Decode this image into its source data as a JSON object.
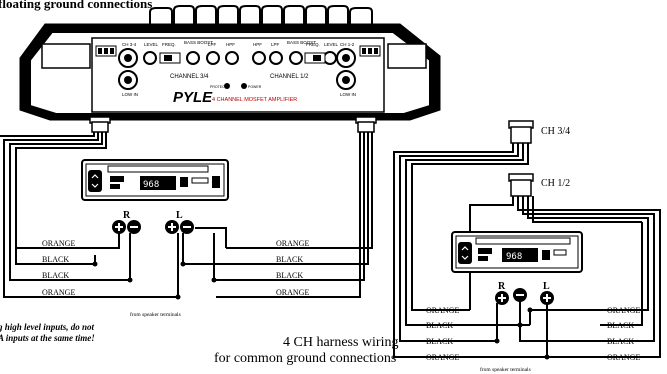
{
  "top_caption": "floating ground connections",
  "amplifier": {
    "brand": "PYLE",
    "model_line": "4 CHANNEL MOSFET AMPLIFIER",
    "channel_right": "CHANNEL 1/2",
    "channel_left": "CHANNEL 3/4",
    "indicator_labels": [
      "PROTECT",
      "POWER"
    ],
    "control_labels_left": [
      "CH 3-4",
      "LEVEL",
      "FREQ.",
      "BASS BOOST",
      "LPF",
      "HPF"
    ],
    "control_labels_right": [
      "HPF",
      "LPF",
      "BASS BOOST",
      "FREQ.",
      "LEVEL",
      "CH 1-2"
    ],
    "low_in_label": "LOW IN"
  },
  "head_units": {
    "display_text": "968"
  },
  "left_diagram": {
    "terminal_R": "R",
    "terminal_L": "L",
    "wires_left": [
      "ORANGE",
      "BLACK",
      "BLACK",
      "ORANGE"
    ],
    "wires_right": [
      "ORANGE",
      "BLACK",
      "BLACK",
      "ORANGE"
    ],
    "from_speaker": "from speaker terminals",
    "warning_line1": "g high level inputs, do not",
    "warning_line2": "A inputs at the same time!"
  },
  "right_diagram": {
    "harness_top": "CH 3/4",
    "harness_bottom": "CH 1/2",
    "terminal_R": "R",
    "terminal_L": "L",
    "wires_left": [
      "ORANGE",
      "BLACK",
      "BLACK",
      "ORANGE"
    ],
    "wires_right": [
      "ORANGE",
      "BLACK",
      "BLACK",
      "ORANGE"
    ],
    "from_speaker": "from speaker terminals"
  },
  "caption": {
    "line1": "4 CH harness wiring",
    "line2": "for common ground connections"
  }
}
